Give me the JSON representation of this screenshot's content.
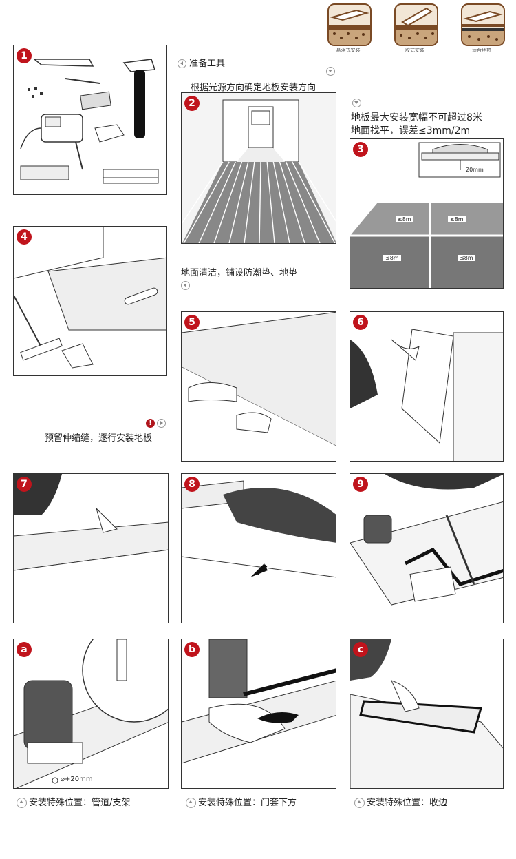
{
  "top_icons": [
    {
      "label": "悬浮式安装"
    },
    {
      "label": "胶式安装"
    },
    {
      "label": "适合地热"
    }
  ],
  "texts": {
    "prep_tools": "准备工具",
    "light_direction": "根据光源方向确定地板安装方向",
    "max_width_1": "地板最大安装宽幅不可超过8米",
    "max_width_2": "地面找平，误差≤3mm/2m",
    "clean_floor": "地面清洁，铺设防潮垫、地垫",
    "expansion_gap": "预留伸缩缝，逐行安装地板",
    "gap_20mm": "20mm",
    "le8m": "≤8m",
    "pipe_size": "⌀+20mm"
  },
  "panels": {
    "p1": "1",
    "p2": "2",
    "p3": "3",
    "p4": "4",
    "p5": "5",
    "p6": "6",
    "p7": "7",
    "p8": "8",
    "p9": "9",
    "pa": "a",
    "pb": "b",
    "pc": "c"
  },
  "footers": [
    {
      "label": "安装特殊位置：管道/支架"
    },
    {
      "label": "安装特殊位置：门套下方"
    },
    {
      "label": "安装特殊位置：收边"
    }
  ],
  "colors": {
    "badge": "#c0141c",
    "icon_border": "#7a4a25"
  }
}
